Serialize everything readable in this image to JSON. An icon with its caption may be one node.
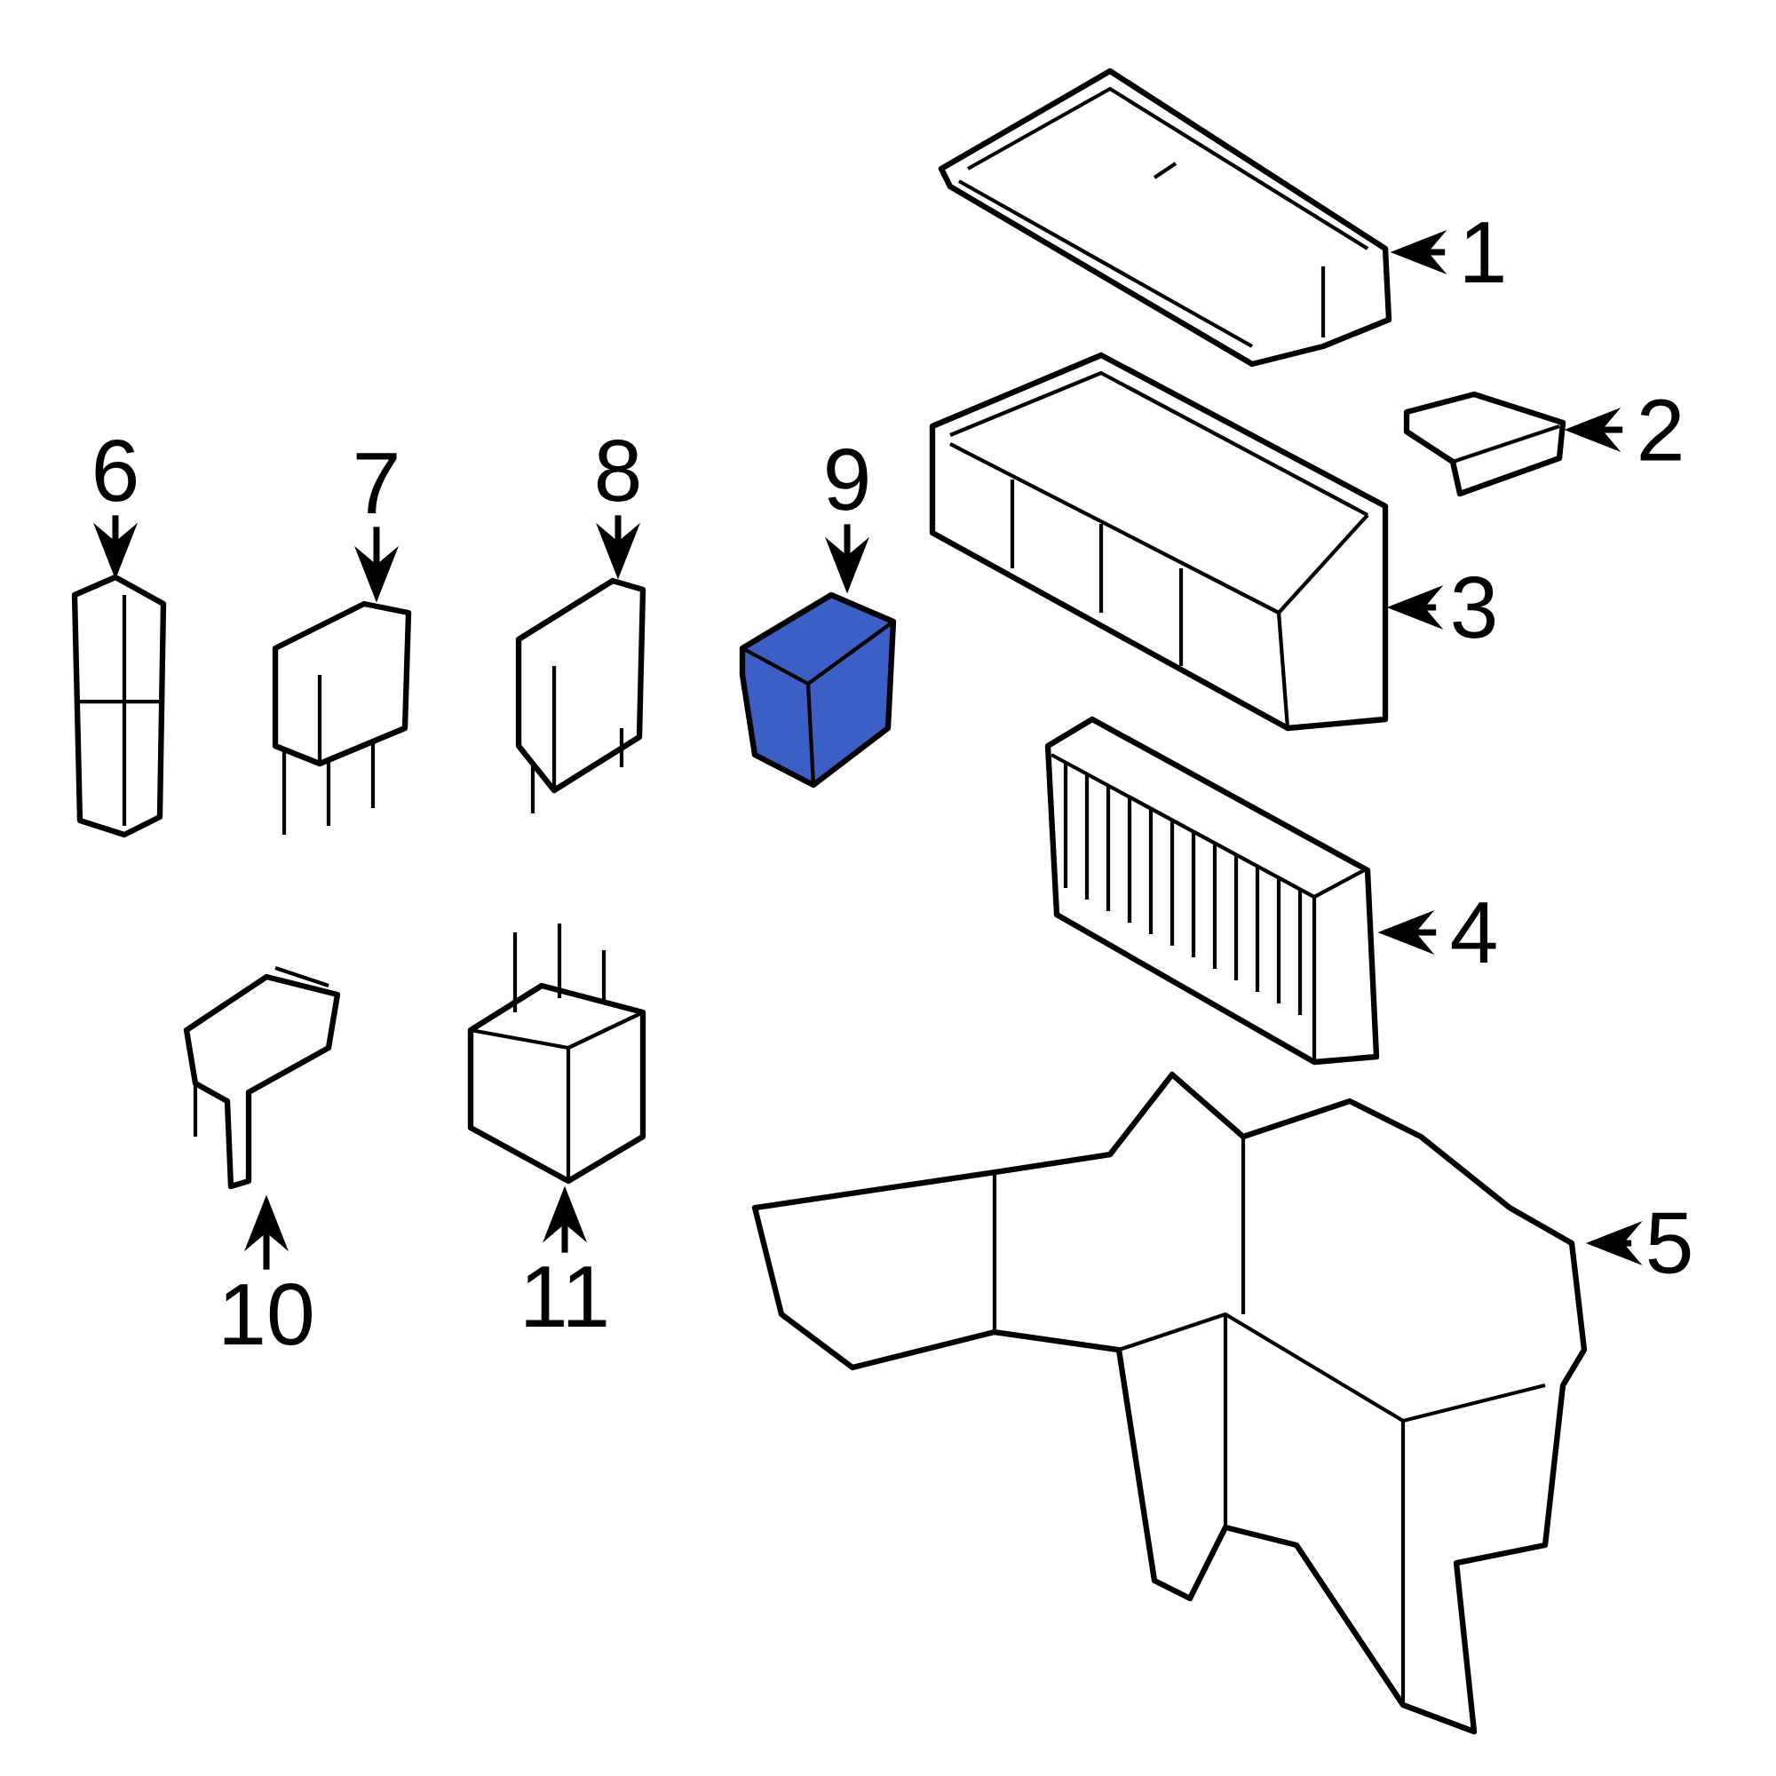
{
  "diagram": {
    "nodes": [
      {
        "text": [
          "1"
        ]
      },
      {
        "text": [
          "2"
        ]
      },
      {
        "text": [
          "3"
        ]
      },
      {
        "text": [
          "4"
        ]
      },
      {
        "text": [
          "5"
        ]
      },
      {
        "text": [
          "6"
        ]
      },
      {
        "text": [
          "7"
        ]
      },
      {
        "text": [
          "8"
        ]
      },
      {
        "text": [
          "9"
        ]
      },
      {
        "text": [
          "10"
        ]
      },
      {
        "text": [
          "11"
        ]
      },
      {
        "text": [],
        "shape": "picture"
      },
      {
        "text": [],
        "shape": "picture"
      },
      {
        "text": [],
        "shape": "picture"
      },
      {
        "text": [],
        "shape": "picture"
      },
      {
        "text": [],
        "shape": "picture"
      },
      {
        "text": [],
        "shape": "picture"
      },
      {
        "text": [],
        "shape": "picture"
      },
      {
        "text": [],
        "shape": "picture"
      },
      {
        "text": [],
        "shape": "picture"
      },
      {
        "text": [],
        "shape": "picture"
      },
      {
        "text": [],
        "shape": "picture"
      }
    ],
    "edges": [
      {
        "from": 0,
        "to": 11,
        "arrow": "to"
      },
      {
        "from": 1,
        "to": 12,
        "arrow": "to"
      },
      {
        "from": 2,
        "to": 13,
        "arrow": "to"
      },
      {
        "from": 3,
        "to": 14,
        "arrow": "to"
      },
      {
        "from": 4,
        "to": 15,
        "arrow": "to"
      },
      {
        "from": 5,
        "to": 16,
        "arrow": "to"
      },
      {
        "from": 6,
        "to": 17,
        "arrow": "to"
      },
      {
        "from": 7,
        "to": 18,
        "arrow": "to"
      },
      {
        "from": 8,
        "to": 19,
        "arrow": "to"
      },
      {
        "from": 9,
        "to": 20,
        "arrow": "to"
      },
      {
        "from": 10,
        "to": 21,
        "arrow": "to"
      }
    ]
  }
}
